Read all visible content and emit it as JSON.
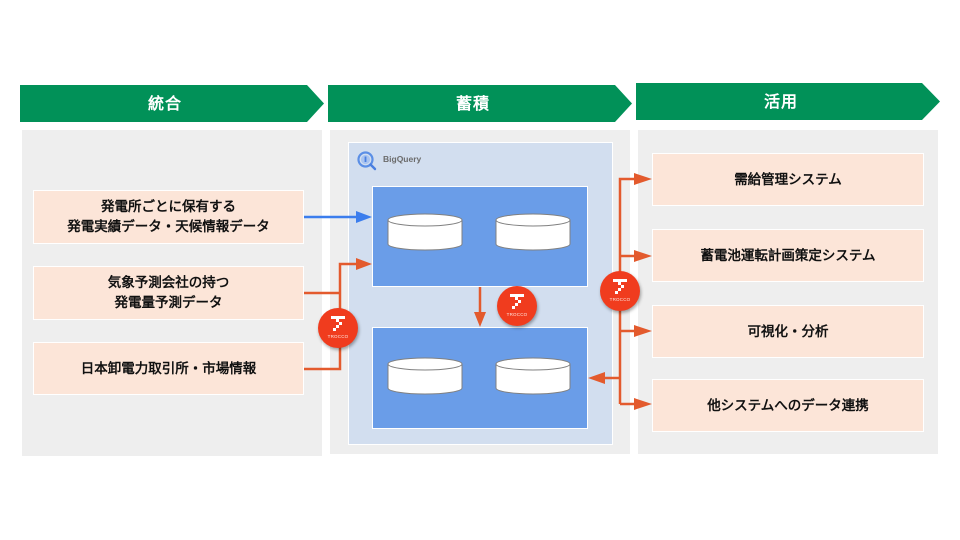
{
  "header": {
    "stages": [
      {
        "label": "統合"
      },
      {
        "label": "蓄積"
      },
      {
        "label": "活用"
      }
    ],
    "color": "#019158"
  },
  "integration": {
    "sources": [
      {
        "lines": [
          "発電所ごとに保有する",
          "発電実績データ・天候情報データ"
        ]
      },
      {
        "lines": [
          "気象予測会社の持つ",
          "発電量予測データ"
        ]
      },
      {
        "lines": [
          "日本卸電力取引所・市場情報"
        ]
      }
    ]
  },
  "storage": {
    "platform_label": "BigQuery",
    "platform_icon": "bigquery-icon",
    "stores": [
      {
        "name": "upper-dataset",
        "tables": 2
      },
      {
        "name": "lower-dataset",
        "tables": 2
      }
    ]
  },
  "utilization": {
    "targets": [
      {
        "label": "需給管理システム"
      },
      {
        "label": "蓄電池運転計画策定システム"
      },
      {
        "label": "可視化・分析"
      },
      {
        "label": "他システムへのデータ連携"
      }
    ]
  },
  "connectors": {
    "badge_label": "TROCCO",
    "badge_icon": "trocco-logo-icon",
    "colors": {
      "direct_flow": "#3b7ded",
      "etl_flow": "#e35a2d",
      "badge": "#f03c1e"
    }
  },
  "colors": {
    "panel": "#eeeeee",
    "card": "#fce5d8",
    "bigquery_bg": "#d2deef",
    "dataset_bg": "#6a9de8"
  }
}
